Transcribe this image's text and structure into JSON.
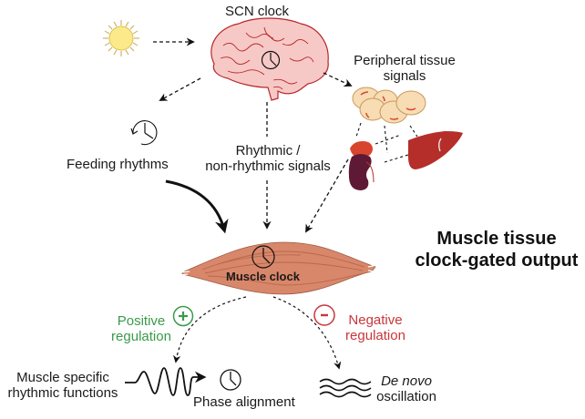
{
  "diagram": {
    "title_line1": "Muscle tissue",
    "title_line2": "clock-gated output",
    "nodes": {
      "sun": {
        "icon": "sun-icon"
      },
      "scn": {
        "label": "SCN clock",
        "icon": "brain-icon"
      },
      "peripheral": {
        "label_line1": "Peripheral tissue",
        "label_line2": "signals",
        "icons": [
          "fat-cells-icon",
          "kidney-icon",
          "liver-icon"
        ]
      },
      "feeding": {
        "label": "Feeding rhythms",
        "icon": "clock-cycle-icon"
      },
      "signals": {
        "label_line1": "Rhythmic /",
        "label_line2": "non-rhythmic signals"
      },
      "muscle": {
        "label": "Muscle clock",
        "icon": "muscle-icon"
      },
      "positive": {
        "label_line1": "Positive",
        "label_line2": "regulation",
        "symbol": "+"
      },
      "negative": {
        "label_line1": "Negative",
        "label_line2": "regulation",
        "symbol": "-"
      },
      "muscle_functions": {
        "label_line1": "Muscle specific",
        "label_line2": "rhythmic functions"
      },
      "phase": {
        "label": "Phase alignment"
      },
      "denovo": {
        "label_line1_italic": "De novo",
        "label_line2": "oscillation"
      }
    },
    "colors": {
      "brain_fill": "#f6c9c6",
      "brain_stroke": "#b8262a",
      "muscle_fill": "#d9876a",
      "fat_fill": "#f7dcb4",
      "liver_fill": "#b52e2a",
      "kidney_fill": "#5e1a35",
      "adrenal_fill": "#d8452f",
      "positive": "#3a9a4a",
      "negative": "#c8363a",
      "sun_fill": "#fbe98a"
    }
  }
}
